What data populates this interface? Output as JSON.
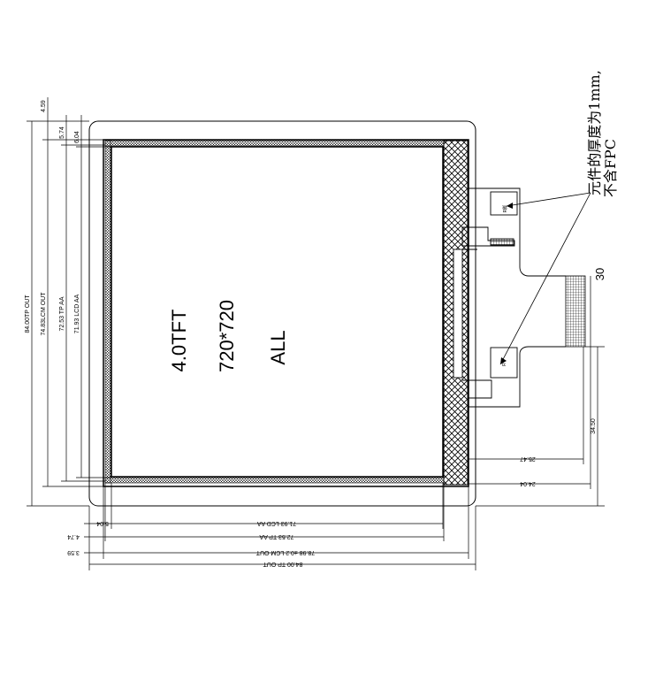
{
  "display": {
    "model": "4.0TFT",
    "resolution": "720*720",
    "view": "ALL"
  },
  "note": {
    "line1": "元件的厚度为1mm,",
    "line2": "不含FPC"
  },
  "fpc_pins": "30",
  "small_labels": {
    "top_pad": "R脚",
    "bottom_pad": "R"
  },
  "dimensions": {
    "top_margin_1": "4.59",
    "top_margin_2": "5.74",
    "top_margin_3": "6.04",
    "tp_out_height": "84.00TP OUT",
    "lcm_out_height": "74.83LCM OUT",
    "tp_aa_height": "72.53 TP AA",
    "lcd_aa_height": "71.93 LCD AA",
    "lcd_aa_width": "71.93 LCD AA",
    "tp_aa_width": "72.53 TP AA",
    "lcm_out_width": "78.98 ±0.2 LCM OUT",
    "tp_out_width": "84.00 TP OUT",
    "left_margin_1": "5.04",
    "left_margin_2": "4.74",
    "left_margin_3": "3.59",
    "fpc_offset_1": "25.47",
    "fpc_offset_2": "24.04",
    "fpc_height": "34.50"
  }
}
